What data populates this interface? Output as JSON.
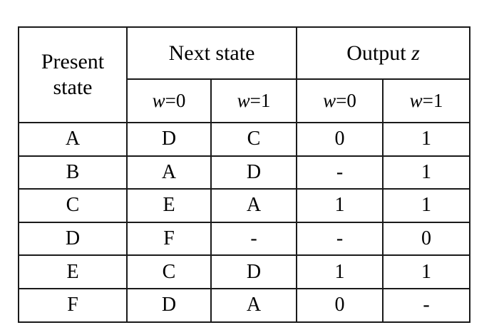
{
  "table": {
    "headers": {
      "present_state_line1": "Present",
      "present_state_line2": "state",
      "next_state": "Next state",
      "output_prefix": "Output ",
      "output_var": "z",
      "sub_w": "w",
      "sub_eq0": "=0",
      "sub_eq1": "=1"
    },
    "columns": [
      "Present state",
      "Next state w=0",
      "Next state w=1",
      "Output z w=0",
      "Output z w=1"
    ],
    "rows": [
      {
        "present_state": "A",
        "next_w0": "D",
        "next_w1": "C",
        "out_w0": "0",
        "out_w1": "1"
      },
      {
        "present_state": "B",
        "next_w0": "A",
        "next_w1": "D",
        "out_w0": "-",
        "out_w1": "1"
      },
      {
        "present_state": "C",
        "next_w0": "E",
        "next_w1": "A",
        "out_w0": "1",
        "out_w1": "1"
      },
      {
        "present_state": "D",
        "next_w0": "F",
        "next_w1": "-",
        "out_w0": "-",
        "out_w1": "0"
      },
      {
        "present_state": "E",
        "next_w0": "C",
        "next_w1": "D",
        "out_w0": "1",
        "out_w1": "1"
      },
      {
        "present_state": "F",
        "next_w0": "D",
        "next_w1": "A",
        "out_w0": "0",
        "out_w1": "-"
      }
    ]
  },
  "colors": {
    "background": "#ffffff",
    "border": "#1a1a1a",
    "text": "#000000"
  }
}
